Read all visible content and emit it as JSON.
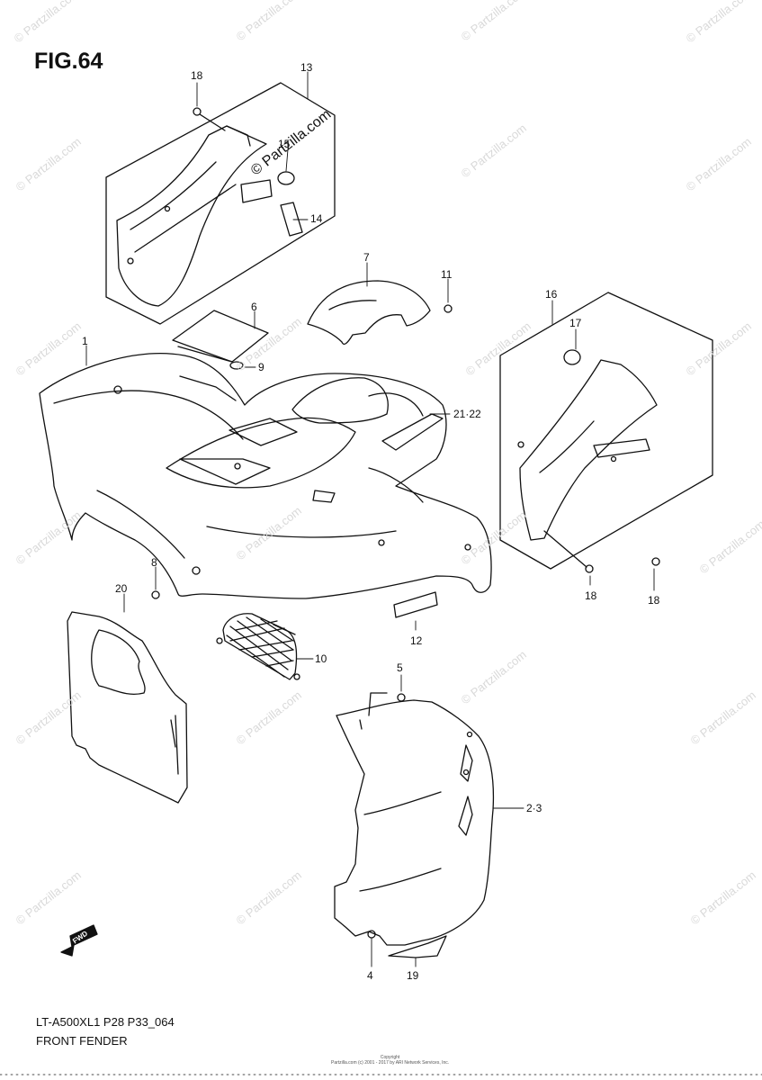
{
  "figure": {
    "title": "FIG.64",
    "model_code": "LT-A500XL1  P28  P33_064",
    "caption": "FRONT FENDER",
    "copyright_line1": "Copyright",
    "copyright_line2": "Partzilla.com (c) 2001 - 2017 by ARI Network Services, Inc.",
    "fwd_label": "FWD"
  },
  "watermark": {
    "text": "© Partzilla.com",
    "main_text": "© Partzilla.com"
  },
  "callouts": [
    {
      "id": "c18a",
      "label": "18"
    },
    {
      "id": "c13",
      "label": "13"
    },
    {
      "id": "c15",
      "label": "15"
    },
    {
      "id": "c14",
      "label": "14"
    },
    {
      "id": "c7",
      "label": "7"
    },
    {
      "id": "c11",
      "label": "11"
    },
    {
      "id": "c16",
      "label": "16"
    },
    {
      "id": "c17",
      "label": "17"
    },
    {
      "id": "c6",
      "label": "6"
    },
    {
      "id": "c1",
      "label": "1"
    },
    {
      "id": "c9",
      "label": "9"
    },
    {
      "id": "c2122",
      "label": "21·22"
    },
    {
      "id": "c8",
      "label": "8"
    },
    {
      "id": "c20",
      "label": "20"
    },
    {
      "id": "c18b",
      "label": "18"
    },
    {
      "id": "c18c",
      "label": "18"
    },
    {
      "id": "c12",
      "label": "12"
    },
    {
      "id": "c10",
      "label": "10"
    },
    {
      "id": "c5",
      "label": "5"
    },
    {
      "id": "c23",
      "label": "2·3"
    },
    {
      "id": "c4",
      "label": "4"
    },
    {
      "id": "c19",
      "label": "19"
    }
  ],
  "colors": {
    "line": "#111111",
    "watermark": "#d9d9d9",
    "background": "#ffffff"
  }
}
